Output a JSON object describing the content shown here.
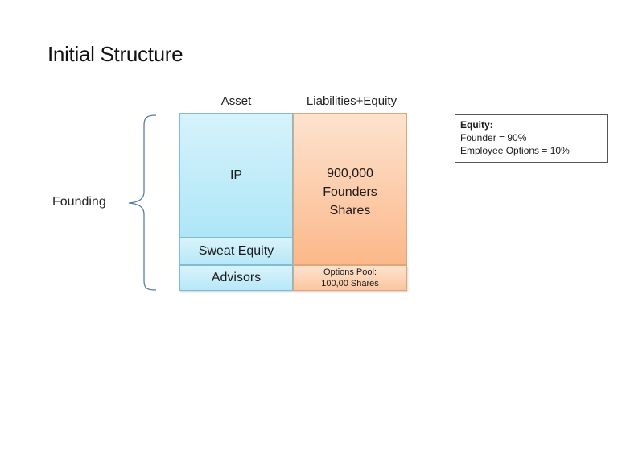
{
  "slide": {
    "title": "Initial Structure"
  },
  "columns": {
    "asset": "Asset",
    "liabilities_equity": "Liabilities+Equity"
  },
  "group_label": "Founding",
  "assets": [
    {
      "label": "IP"
    },
    {
      "label": "Sweat Equity"
    },
    {
      "label": "Advisors"
    }
  ],
  "liabilities": {
    "founders": {
      "line1": "900,000",
      "line2": "Founders",
      "line3": "Shares"
    },
    "options_pool": {
      "line1": "Options Pool:",
      "line2": "100,00 Shares"
    }
  },
  "legend": {
    "heading": "Equity:",
    "items": [
      "Founder = 90%",
      "Employee Options = 10%"
    ]
  },
  "colors": {
    "asset_fill": "#aee6f7",
    "asset_border": "#7fbcd4",
    "equity_fill": "#fbb88a",
    "equity_border": "#e2a577",
    "brace": "#5a7ba8"
  }
}
